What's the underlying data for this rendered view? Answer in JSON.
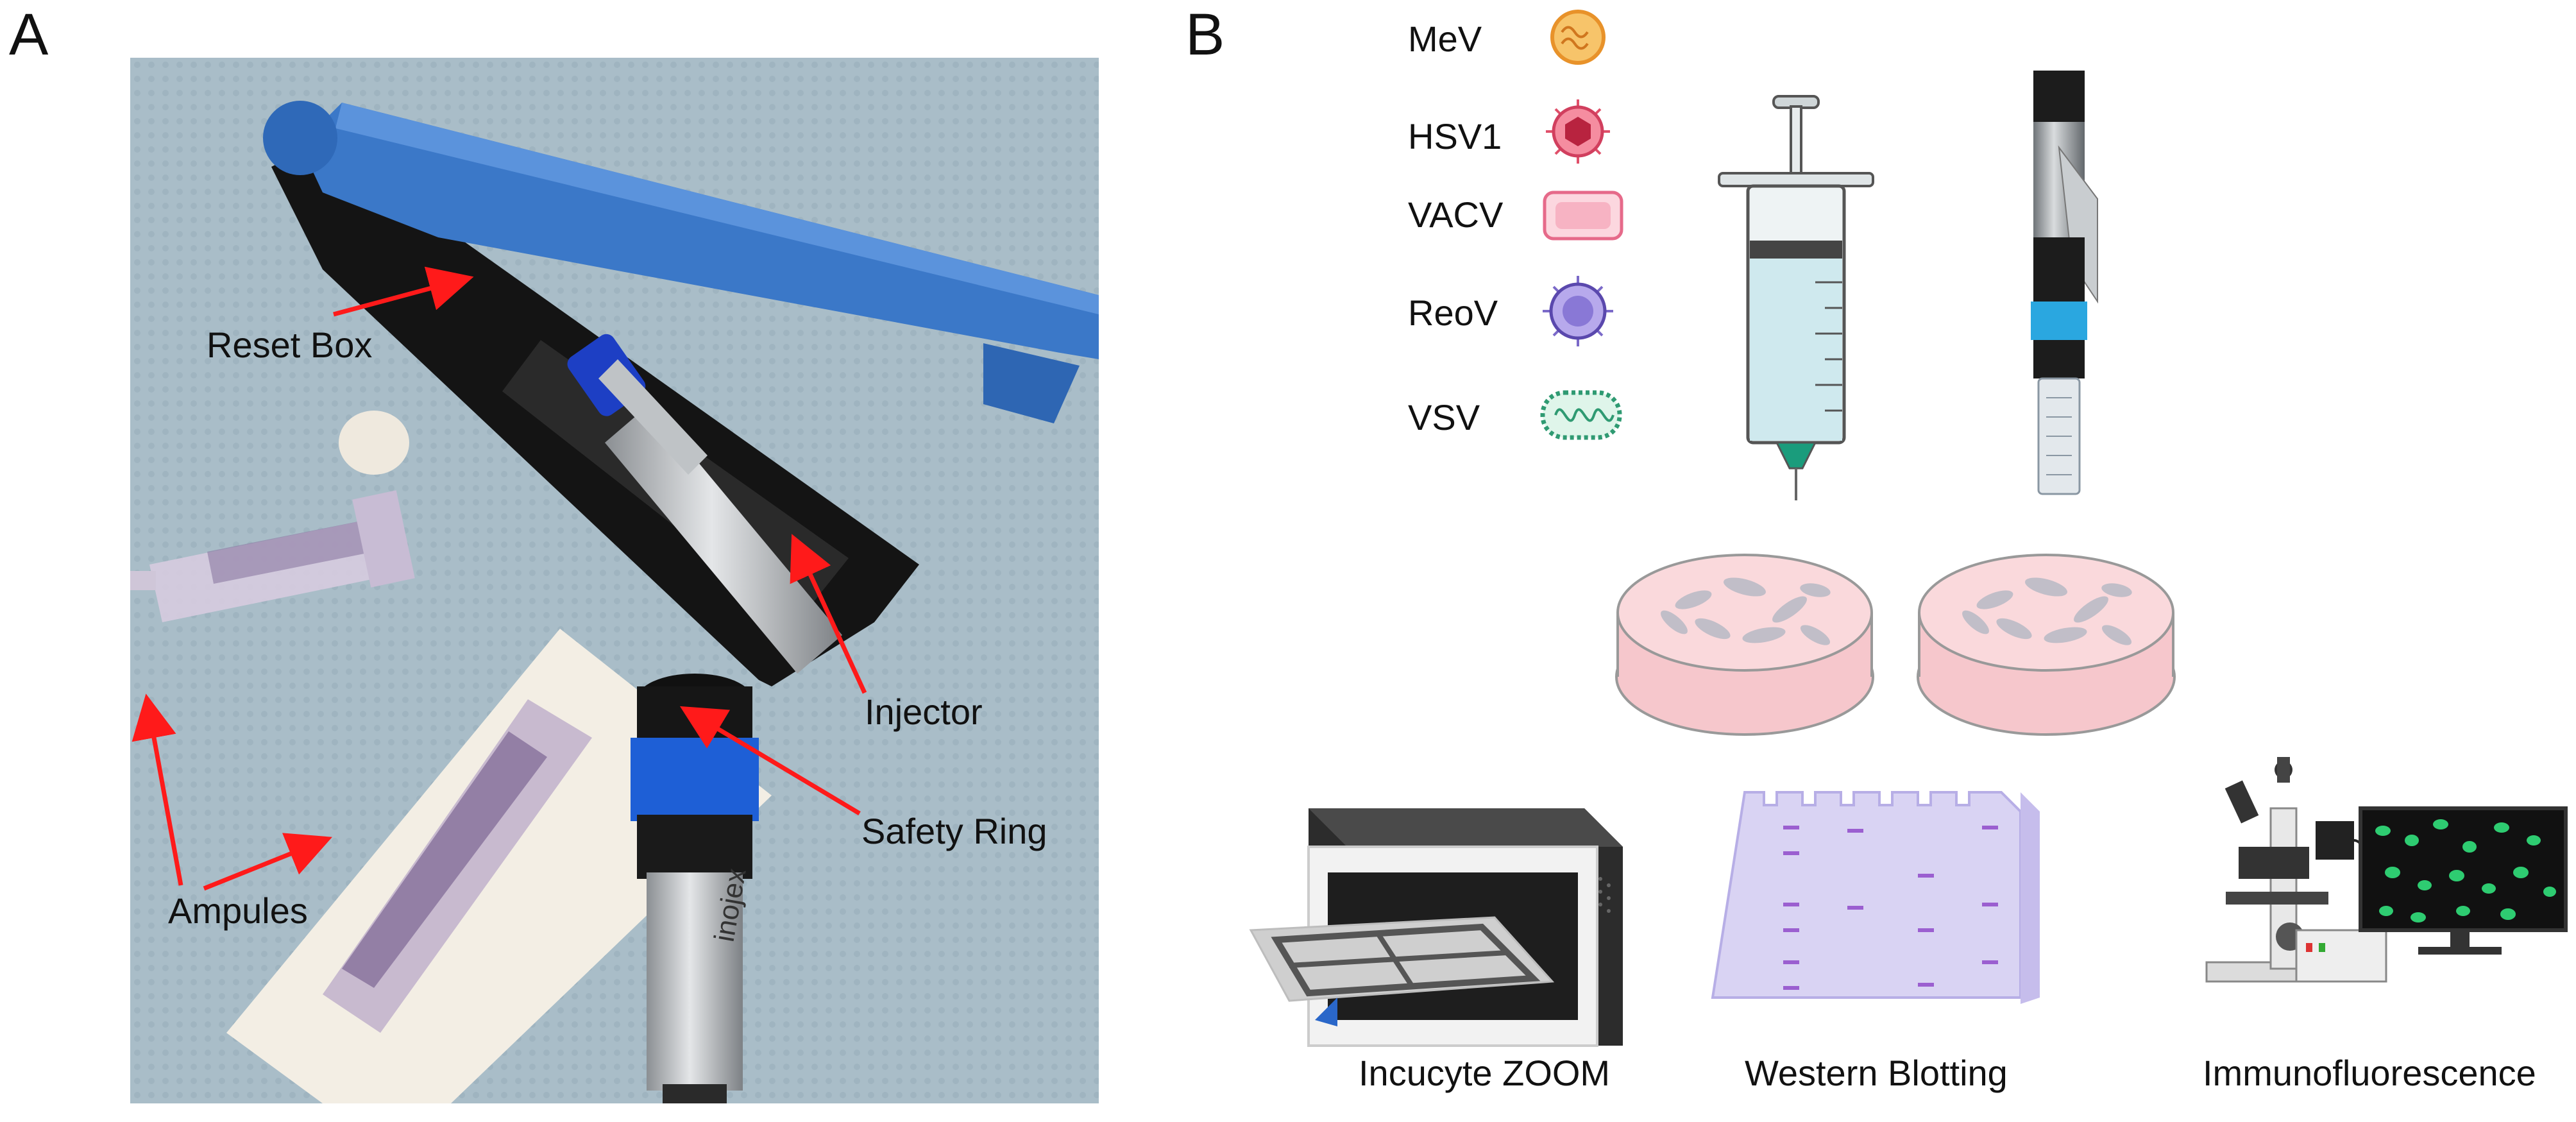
{
  "panels": {
    "a": "A",
    "b": "B"
  },
  "photo_labels": {
    "reset_box": "Reset Box",
    "injector": "Injector",
    "safety_ring": "Safety Ring",
    "ampules": "Ampules",
    "injector_brand": "inojex"
  },
  "viruses": [
    {
      "label": "MeV",
      "color": "#f2a33a"
    },
    {
      "label": "HSV1",
      "color": "#e0506a"
    },
    {
      "label": "VACV",
      "color": "#f08aa6"
    },
    {
      "label": "ReoV",
      "color": "#7b6ac9"
    },
    {
      "label": "VSV",
      "color": "#2f9a72"
    }
  ],
  "assays": {
    "incucyte": "Incucyte ZOOM",
    "western": "Western Blotting",
    "immuno": "Immunofluorescence"
  },
  "colors": {
    "arrow": "#ff1a1a",
    "reset_box_blue": "#3b78c8",
    "safety_ring_blue": "#1e63d6",
    "dish_pink": "#f6c7cc",
    "gel_lavender": "#d9d3f3",
    "band_purple": "#9b5fd0",
    "syringe_fluid": "#cfe9ee",
    "needle_green": "#1a9c7c",
    "cell_green": "#2ecc71"
  }
}
